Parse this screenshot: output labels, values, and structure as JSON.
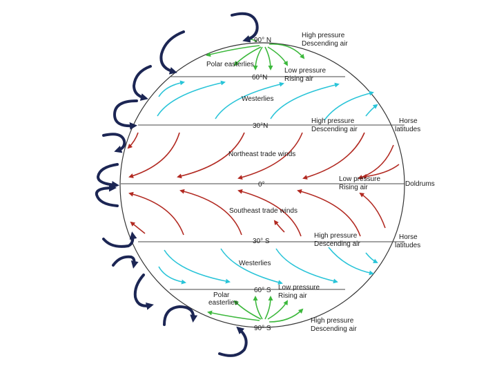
{
  "latitudes": {
    "n90": "90° N",
    "n60": "60°N",
    "n30": "30°N",
    "eq": "0°",
    "s30": "30° S",
    "s60": "60° S",
    "s90": "90° S"
  },
  "winds": {
    "polar_easterlies_n": "Polar easterlies",
    "westerlies_n": "Westerlies",
    "ne_trades": "Northeast trade winds",
    "se_trades": "Southeast trade winds",
    "westerlies_s": "Westerlies",
    "polar_easterlies_s_1": "Polar",
    "polar_easterlies_s_2": "easterlies"
  },
  "pressure": {
    "high_90n_1": "High pressure",
    "high_90n_2": "Descending air",
    "low_60n_1": "Low pressure",
    "low_60n_2": "Rising air",
    "high_30n_1": "High pressure",
    "high_30n_2": "Descending air",
    "low_eq_1": "Low pressure",
    "low_eq_2": "Rising air",
    "high_30s_1": "High pressure",
    "high_30s_2": "Descending air",
    "low_60s_1": "Low pressure",
    "low_60s_2": "Rising air",
    "high_90s_1": "High pressure",
    "high_90s_2": "Descending air"
  },
  "zones": {
    "horse_n_1": "Horse",
    "horse_n_2": "latitudes",
    "doldrums": "Doldrums",
    "horse_s_1": "Horse",
    "horse_s_2": "latitudes"
  },
  "colors": {
    "trade_winds": "#b22a22",
    "westerlies": "#29c4d8",
    "polar_easterlies": "#3cb83c",
    "circulation_cells": "#1c2654",
    "globe_outline": "#333333"
  },
  "icons": {
    "wind_arrow": "curved-arrow",
    "circulation": "circular-arrow"
  }
}
